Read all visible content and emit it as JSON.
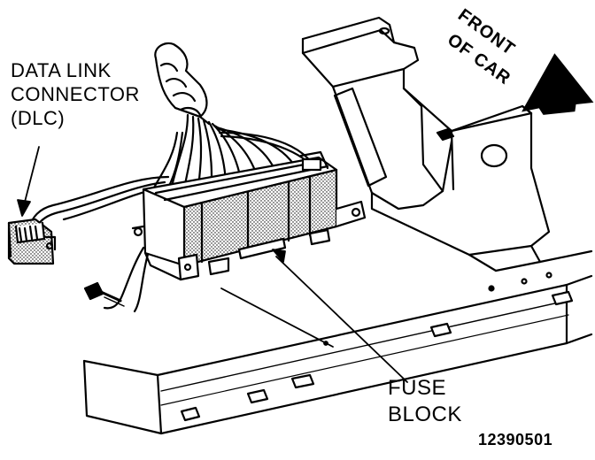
{
  "labels": {
    "dlc_line1": "DATA LINK",
    "dlc_line2": "CONNECTOR",
    "dlc_line3": "(DLC)",
    "front_line1": "FRONT",
    "front_line2": "OF CAR",
    "fuse_line1": "FUSE",
    "fuse_line2": "BLOCK",
    "figure_number": "12390501"
  }
}
